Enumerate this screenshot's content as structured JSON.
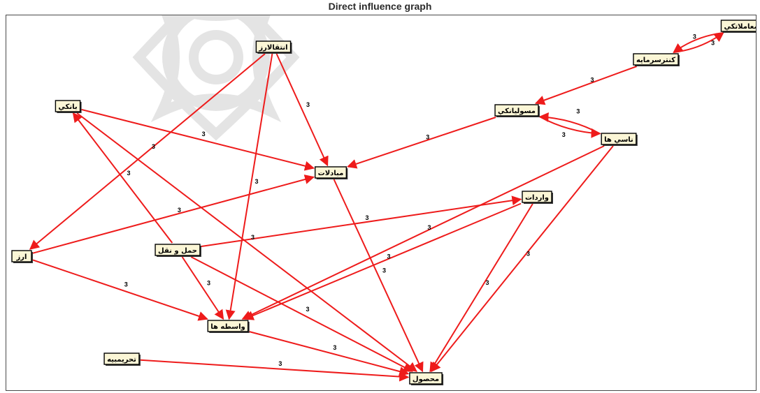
{
  "title": "Direct influence graph",
  "colors": {
    "edge": "#ee1b1b",
    "node_fill": "#fbf6d6",
    "node_border": "#000000",
    "background": "#ffffff"
  },
  "graph": {
    "nodes": [
      {
        "id": "n_moamelati",
        "label": "معاملاتكي"
      },
      {
        "id": "n_kontrol",
        "label": "كنترسرمايه"
      },
      {
        "id": "n_masoliat",
        "label": "مسوليانكي"
      },
      {
        "id": "n_nasi",
        "label": "ناسي ها"
      },
      {
        "id": "n_enteghal",
        "label": "انتقالارز"
      },
      {
        "id": "n_banki",
        "label": "بانكي"
      },
      {
        "id": "n_mobadelat",
        "label": "مبادلات"
      },
      {
        "id": "n_varedat",
        "label": "واردات"
      },
      {
        "id": "n_arz",
        "label": "ارز"
      },
      {
        "id": "n_haml",
        "label": "حمل و نقل"
      },
      {
        "id": "n_vaseteh",
        "label": "واسطه ها"
      },
      {
        "id": "n_tahrimi",
        "label": "تحريمبيه"
      },
      {
        "id": "n_mahsol",
        "label": "محصول"
      }
    ],
    "edges": [
      {
        "from": "n_moamelati",
        "to": "n_kontrol",
        "label": "3"
      },
      {
        "from": "n_kontrol",
        "to": "n_moamelati",
        "label": "3"
      },
      {
        "from": "n_kontrol",
        "to": "n_masoliat",
        "label": "3"
      },
      {
        "from": "n_masoliat",
        "to": "n_nasi",
        "label": "3"
      },
      {
        "from": "n_nasi",
        "to": "n_masoliat",
        "label": "3"
      },
      {
        "from": "n_masoliat",
        "to": "n_mobadelat",
        "label": "3"
      },
      {
        "from": "n_enteghal",
        "to": "n_mobadelat",
        "label": "3"
      },
      {
        "from": "n_enteghal",
        "to": "n_arz",
        "label": "3"
      },
      {
        "from": "n_enteghal",
        "to": "n_vaseteh",
        "label": "3"
      },
      {
        "from": "n_banki",
        "to": "n_mobadelat",
        "label": "3"
      },
      {
        "from": "n_banki",
        "to": "n_mahsol",
        "label": "3"
      },
      {
        "from": "n_arz",
        "to": "n_mobadelat",
        "label": "3"
      },
      {
        "from": "n_arz",
        "to": "n_vaseteh",
        "label": "3"
      },
      {
        "from": "n_haml",
        "to": "n_banki",
        "label": "3"
      },
      {
        "from": "n_haml",
        "to": "n_varedat",
        "label": "3"
      },
      {
        "from": "n_haml",
        "to": "n_vaseteh",
        "label": "3"
      },
      {
        "from": "n_haml",
        "to": "n_mahsol",
        "label": "3"
      },
      {
        "from": "n_mobadelat",
        "to": "n_mahsol",
        "label": "3"
      },
      {
        "from": "n_nasi",
        "to": "n_vaseteh",
        "label": "3"
      },
      {
        "from": "n_nasi",
        "to": "n_mahsol",
        "label": "3"
      },
      {
        "from": "n_varedat",
        "to": "n_vaseteh",
        "label": "3"
      },
      {
        "from": "n_varedat",
        "to": "n_mahsol",
        "label": "3"
      },
      {
        "from": "n_vaseteh",
        "to": "n_mahsol",
        "label": "3"
      },
      {
        "from": "n_tahrimi",
        "to": "n_mahsol",
        "label": "3"
      }
    ]
  }
}
